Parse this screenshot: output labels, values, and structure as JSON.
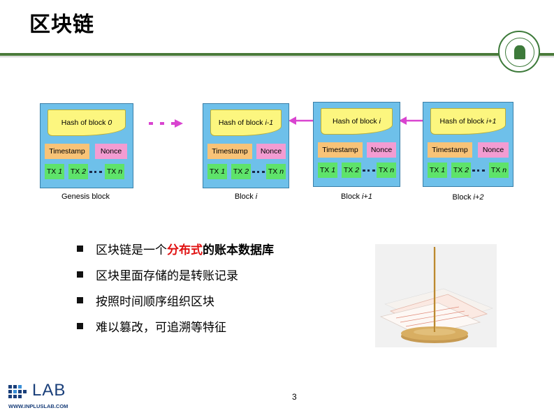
{
  "slide": {
    "title": "区块链",
    "page_number": "3"
  },
  "colors": {
    "header_rule": "#4a7a3a",
    "block_bg": "#6ec0ea",
    "hash_bg": "#fcf67f",
    "timestamp_bg": "#f8c377",
    "nonce_bg": "#f39cd2",
    "tx_bg": "#5ee36a",
    "arrow": "#d944d0",
    "highlight": "#e01010"
  },
  "diagram": {
    "blocks": [
      {
        "hash_prefix": "Hash of block",
        "hash_index": "0",
        "timestamp": "Timestamp",
        "nonce": "Nonce",
        "tx1": "TX",
        "tx1_num": "1",
        "tx2": "TX",
        "tx2_num": "2",
        "txn": "TX",
        "txn_num": "n",
        "caption_prefix": "Genesis block",
        "caption_index": ""
      },
      {
        "hash_prefix": "Hash of block",
        "hash_index": "i-1",
        "timestamp": "Timestamp",
        "nonce": "Nonce",
        "tx1": "TX",
        "tx1_num": "1",
        "tx2": "TX",
        "tx2_num": "2",
        "txn": "TX",
        "txn_num": "n",
        "caption_prefix": "Block",
        "caption_index": "i"
      },
      {
        "hash_prefix": "Hash of block",
        "hash_index": "i",
        "timestamp": "Timestamp",
        "nonce": "Nonce",
        "tx1": "TX",
        "tx1_num": "1",
        "tx2": "TX",
        "tx2_num": "2",
        "txn": "TX",
        "txn_num": "n",
        "caption_prefix": "Block",
        "caption_index": "i+1"
      },
      {
        "hash_prefix": "Hash of block",
        "hash_index": "i+1",
        "timestamp": "Timestamp",
        "nonce": "Nonce",
        "tx1": "TX",
        "tx1_num": "1",
        "tx2": "TX",
        "tx2_num": "2",
        "txn": "TX",
        "txn_num": "n",
        "caption_prefix": "Block",
        "caption_index": "i+2"
      }
    ]
  },
  "bullets": [
    {
      "before": "区块链是一个",
      "highlight": "分布式",
      "after": "的账本数据库"
    },
    {
      "text": "区块里面存储的是转账记录"
    },
    {
      "text": "按照时间顺序组织区块"
    },
    {
      "text": "难以篡改，可追溯等特征"
    }
  ],
  "footer": {
    "logo_word": "LAB",
    "logo_url": "WWW.INPLUSLAB.COM"
  }
}
